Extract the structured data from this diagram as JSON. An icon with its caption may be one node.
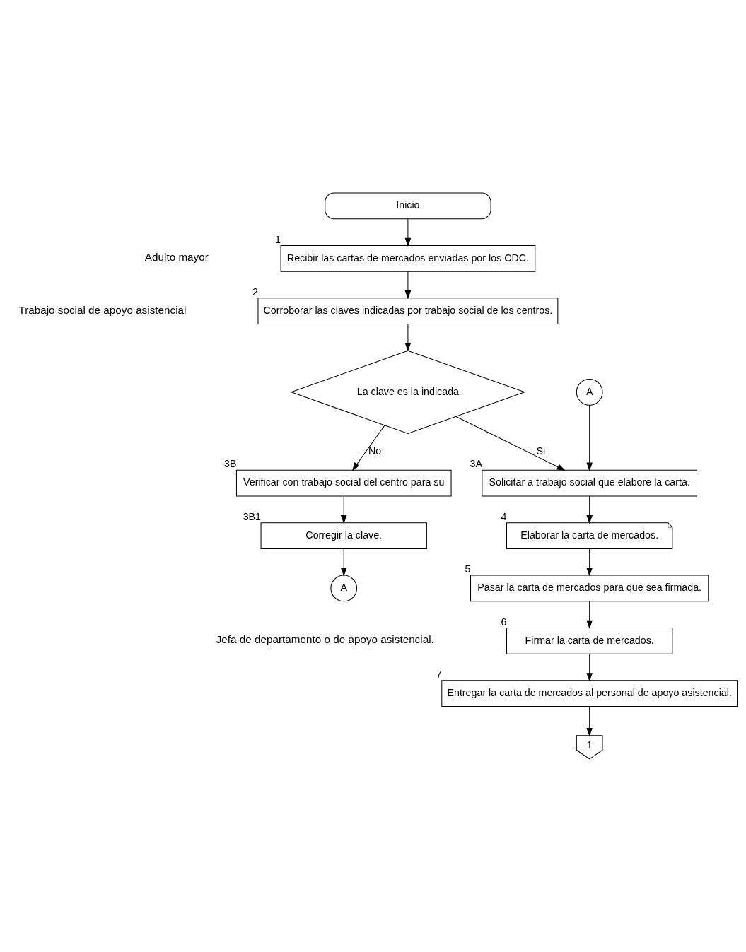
{
  "diagram": {
    "nodes": [
      {
        "text": [
          "Inicio"
        ]
      },
      {
        "text": [
          "Recibir las cartas de mercados enviadas por los CDC."
        ],
        "beside": [
          "1"
        ]
      },
      {
        "text": [
          "Corroborar las claves indicadas por trabajo social de los centros."
        ],
        "beside": [
          "2"
        ]
      },
      {
        "text": [
          "La clave es la indicada"
        ]
      },
      {
        "text": [
          "Verificar con trabajo social del centro para su"
        ],
        "beside": [
          "3B"
        ]
      },
      {
        "text": [
          "Corregir la clave."
        ],
        "beside": [
          "3B1"
        ]
      },
      {
        "text": [
          "A"
        ]
      },
      {
        "text": [
          "A"
        ]
      },
      {
        "text": [
          "Solicitar a trabajo social que elabore la carta."
        ],
        "beside": [
          "3A"
        ]
      },
      {
        "text": [
          "Elaborar la carta de mercados."
        ],
        "beside": [
          "4"
        ]
      },
      {
        "text": [
          "Pasar la carta de mercados para que sea firmada."
        ],
        "beside": [
          "5"
        ]
      },
      {
        "text": [
          "Firmar la carta de mercados."
        ],
        "beside": [
          "6"
        ]
      },
      {
        "text": [
          "Entregar la carta de mercados al personal de apoyo asistencial."
        ],
        "beside": [
          "7"
        ]
      },
      {
        "text": [
          "1"
        ]
      }
    ],
    "edges": [
      {
        "from": 0,
        "to": 1,
        "arrow": "to"
      },
      {
        "from": 1,
        "to": 2,
        "arrow": "to"
      },
      {
        "from": 2,
        "to": 3,
        "arrow": "to"
      },
      {
        "from": 3,
        "to": 4,
        "arrow": "to",
        "label": "No"
      },
      {
        "from": 3,
        "to": 8,
        "arrow": "to",
        "label": "Si"
      },
      {
        "from": 4,
        "to": 5,
        "arrow": "to"
      },
      {
        "from": 5,
        "to": 6,
        "arrow": "to"
      },
      {
        "from": 7,
        "to": 8,
        "arrow": "to"
      },
      {
        "from": 8,
        "to": 9,
        "arrow": "to"
      },
      {
        "from": 9,
        "to": 10,
        "arrow": "to"
      },
      {
        "from": 10,
        "to": 11,
        "arrow": "to"
      },
      {
        "from": 11,
        "to": 12,
        "arrow": "to"
      },
      {
        "from": 12,
        "to": 13,
        "arrow": "to"
      }
    ],
    "labels": [
      "Adulto mayor",
      "Trabajo social de apoyo asistencial",
      "Jefa de departamento o de apoyo asistencial."
    ]
  }
}
